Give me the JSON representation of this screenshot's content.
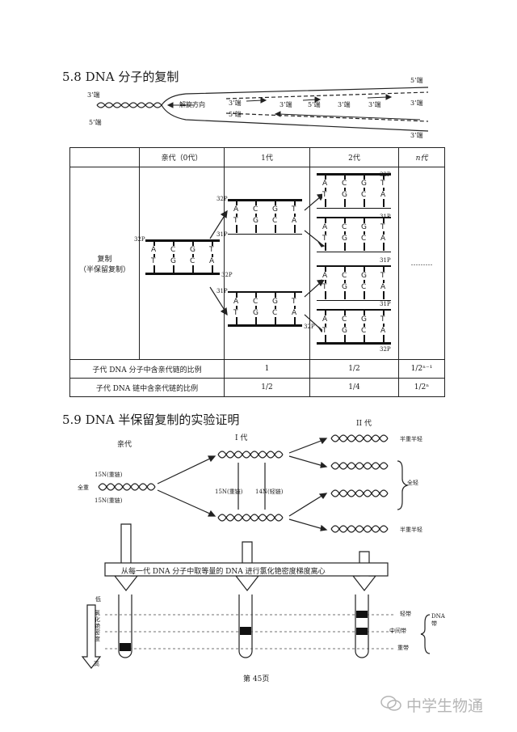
{
  "s58": {
    "title": "5.8 DNA 分子的复制",
    "fork": {
      "left_top_end": "3’端",
      "left_bottom_end": "5’端",
      "unwind_dir": "解旋方向",
      "right_labels": [
        "5’端",
        "3’端",
        "3’端",
        "5’端",
        "3’端",
        "3’端",
        "3’端",
        "5’端",
        "3’端"
      ]
    },
    "table": {
      "headers": [
        "",
        "亲代（0代）",
        "1代",
        "2代",
        "n代"
      ],
      "row_label_line1": "复制",
      "row_label_line2": "（半保留复制）",
      "ellipsis": "………",
      "strand_top": [
        "A",
        "C",
        "G",
        "T"
      ],
      "strand_bottom": [
        "T",
        "G",
        "C",
        "A"
      ],
      "p32": "32P",
      "p31": "31P",
      "rows": [
        {
          "label": "子代 DNA 分子中含亲代链的比例",
          "g1": "1",
          "g2": "1/2",
          "gn": "1/2ⁿ⁻¹"
        },
        {
          "label": "子代 DNA 链中含亲代链的比例",
          "g1": "1/2",
          "g2": "1/4",
          "gn": "1/2ⁿ"
        }
      ]
    }
  },
  "s59": {
    "title": "5.9 DNA 半保留复制的实验证明",
    "parent_label": "亲代",
    "gen1_label": "I 代",
    "gen2_label": "II 代",
    "n15_heavy_top": "15N(重链)",
    "n15_heavy_bottom": "15N(重链)",
    "all_heavy": "全重",
    "n15_mid": "15N(重链)",
    "n14_light": "14N(轻链)",
    "half_heavy_top": "半重半轻",
    "all_light": "全轻",
    "half_heavy_bottom": "半重半轻",
    "process_note": "从每一代 DNA 分子中取等量的 DNA 进行氯化铯密度梯度离心",
    "gradient_low": "低",
    "gradient_label": "氯化铯密度",
    "gradient_high": "高",
    "band_light": "轻带",
    "band_mid": "中间带",
    "band_heavy": "重带",
    "dna_band": "DNA带"
  },
  "footer": {
    "page": "第 45页",
    "watermark": "中学生物通"
  }
}
